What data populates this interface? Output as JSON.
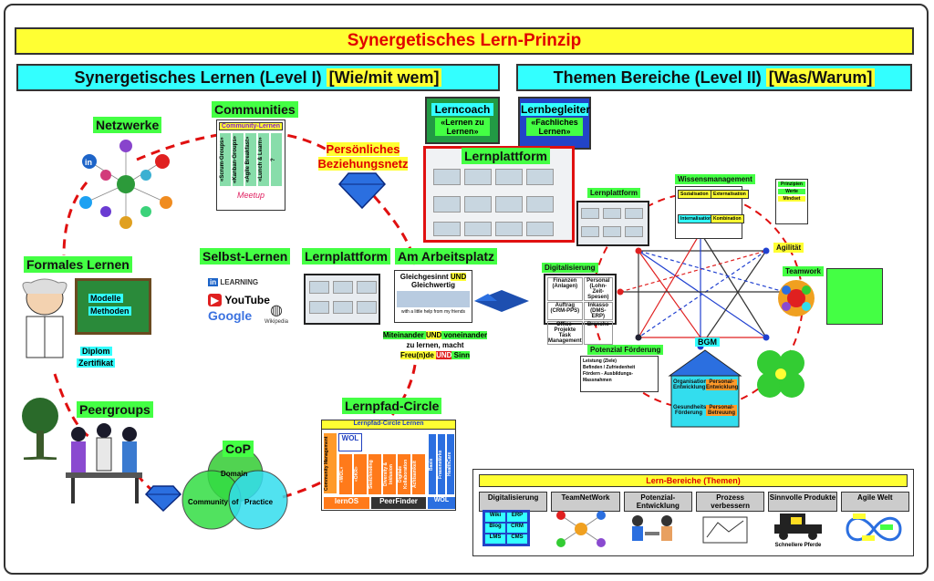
{
  "title": "Synergetisches Lern-Prinzip",
  "level1": {
    "text": "Synergetisches Lernen (Level I) ",
    "highlight": "[Wie/mit wem]"
  },
  "level2": {
    "text": "Themen Bereiche (Level II) ",
    "highlight": "[Was/Warum]"
  },
  "left": {
    "netzwerke": "Netzwerke",
    "communities": "Communities",
    "community_lernen": "Community-Lernen",
    "community_cols": [
      "«Scrum-Groups»",
      "«Kanban-Groups»",
      "«Agile Breakfast»",
      "«Lunch & Learn»",
      "?"
    ],
    "meetup": "Meetup",
    "persoenliches": "Persönliches Beziehungsnetz",
    "formales": "Formales Lernen",
    "modelle": "Modelle",
    "methoden": "Methoden",
    "diplom": "Diplom",
    "zertifikat": "Zertifikat",
    "selbst": "Selbst-Lernen",
    "linkedin": "LEARNING",
    "youtube": "YouTube",
    "google": "Google",
    "wikipedia": "Wikipedia",
    "lernplattform": "Lernplattform",
    "arbeitsplatz": "Am Arbeitsplatz",
    "gleich_a": "Gleichgesinnt ",
    "gleich_und": "UND",
    "gleich_b": "Gleichwertig",
    "friends": "with a little help from my friends",
    "miteinander": "Miteinander ",
    "und2": "UND",
    "voneinander": " voneinander",
    "zu_lernen": "zu lernen, macht",
    "freude": "Freu(n)de ",
    "und3": "UND",
    "sinn": " Sinn",
    "peergroups": "Peergroups",
    "cop": "CoP",
    "domain": "Domain",
    "community": "Community",
    "of": "of",
    "practice": "Practice",
    "lernpfad": "Lernpfad-Circle",
    "lernpfad_header": "Lernpfad-Circle Lernen",
    "lernpfad_cols": [
      "Community Management",
      "«WOL»",
      "«OKR»",
      "Sketchnoting",
      "Diversity & Inklusion",
      "Digitale Kollaboration",
      "Achtsamkeit",
      "Basis",
      "Frauenstärke",
      "HealthCare"
    ],
    "wol": "WOL",
    "wol_bottom": "WOL",
    "lernos": "lernOS",
    "peerfinder": "PeerFinder"
  },
  "center": {
    "lerncoach": "Lerncoach",
    "lerncoach_sub": "«Lernen zu Lernen»",
    "lernbegleiter": "Lernbegleiter",
    "lernbegleiter_sub": "«Fachliches Lernen»",
    "lernplattform": "Lernplattform"
  },
  "right": {
    "lernplattform_small": "Lernplattform",
    "wissensmanagement": "Wissensmanagement",
    "wm_tags": [
      "Sozialisation",
      "Externalisation",
      "Internalisation",
      "Kombination"
    ],
    "digitalisierung": "Digitalisierung",
    "dig_cells": [
      "Finanzen (Anlagen)",
      "Personal (Lohn-Zeit-Spesen)",
      "Auftrag (CRM-PPS)",
      "Inkasso (DMS-ERP)",
      "Office-Projekte Task Management",
      "Branche"
    ],
    "potenzial": "Potenzial Förderung",
    "potenzial_items": [
      "Leistung (Ziele)",
      "Befinden / Zufriedenheit",
      "Fördern - Ausbildungs-Massnahmen"
    ],
    "bgm": "BGM",
    "bgm_cells": [
      "Organisations-Entwicklung",
      "Personal-Entwicklung",
      "Gesundheits-Förderung",
      "Personal-Betreuung"
    ],
    "agilitaet": "Agilität",
    "agil_items": [
      "Prinzipien",
      "Werte",
      "Mindset"
    ],
    "teamwork": "Teamwork"
  },
  "themen": {
    "header": "Lern-Bereiche (Themen)",
    "items": [
      "Digitalisierung",
      "TeamNetWork",
      "Potenzial-Entwicklung",
      "Prozess verbessern",
      "Sinnvolle Produkte",
      "Agile Welt"
    ],
    "dig_cells": [
      "Wiki",
      "ERP",
      "Blog",
      "CRM",
      "LMS",
      "CMS"
    ],
    "pferde": "Schnellere Pferde"
  },
  "colors": {
    "banner": "#ffff33",
    "title_red": "#e00000",
    "cyan": "#33ffff",
    "green": "#44ff44",
    "dash_red": "#e01010"
  }
}
